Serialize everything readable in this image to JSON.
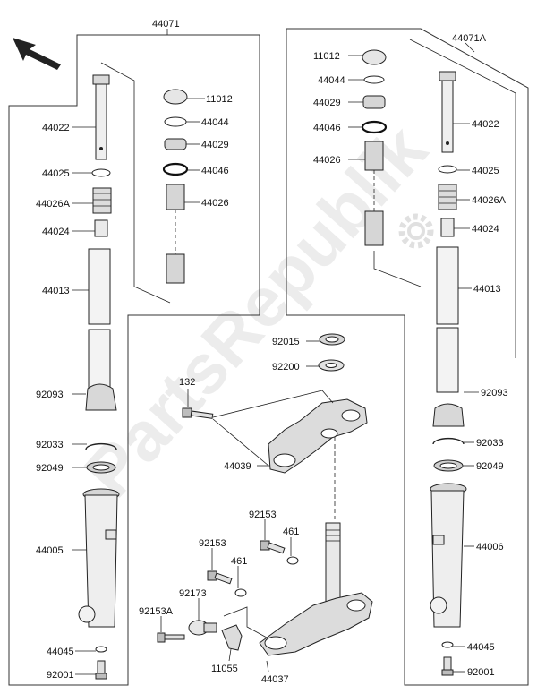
{
  "watermark": "PartsRepublik",
  "icons": {
    "direction": "arrow-up-left-icon",
    "watermark_logo": "gear-logo-icon"
  },
  "colors": {
    "line": "#222222",
    "part_fill": "#f2f2f2",
    "part_shade": "#bdbdbd",
    "watermark": "#ececec"
  },
  "labels": {
    "left_group": "44071",
    "right_group": "44071A",
    "l_44022": "44022",
    "l_44025": "44025",
    "l_44026a": "44026A",
    "l_44024": "44024",
    "l_44013": "44013",
    "l_92093": "92093",
    "l_92033": "92033",
    "l_92049": "92049",
    "l_44005": "44005",
    "l_44045": "44045",
    "l_92001": "92001",
    "l_11012": "11012",
    "l_44044": "44044",
    "l_44029": "44029",
    "l_44046": "44046",
    "l_44026": "44026",
    "r_11012": "11012",
    "r_44044": "44044",
    "r_44029": "44029",
    "r_44046": "44046",
    "r_44026": "44026",
    "r_44022": "44022",
    "r_44025": "44025",
    "r_44026a": "44026A",
    "r_44024": "44024",
    "r_44013": "44013",
    "r_92093": "92093",
    "r_92033": "92033",
    "r_92049": "92049",
    "r_44006": "44006",
    "r_44045": "44045",
    "r_92001": "92001",
    "c_92015": "92015",
    "c_92200": "92200",
    "c_132": "132",
    "c_44039": "44039",
    "c_92153_a": "92153",
    "c_461_a": "461",
    "c_92153_b": "92153",
    "c_461_b": "461",
    "c_92173": "92173",
    "c_92153a": "92153A",
    "c_11055": "11055",
    "c_44037": "44037"
  }
}
